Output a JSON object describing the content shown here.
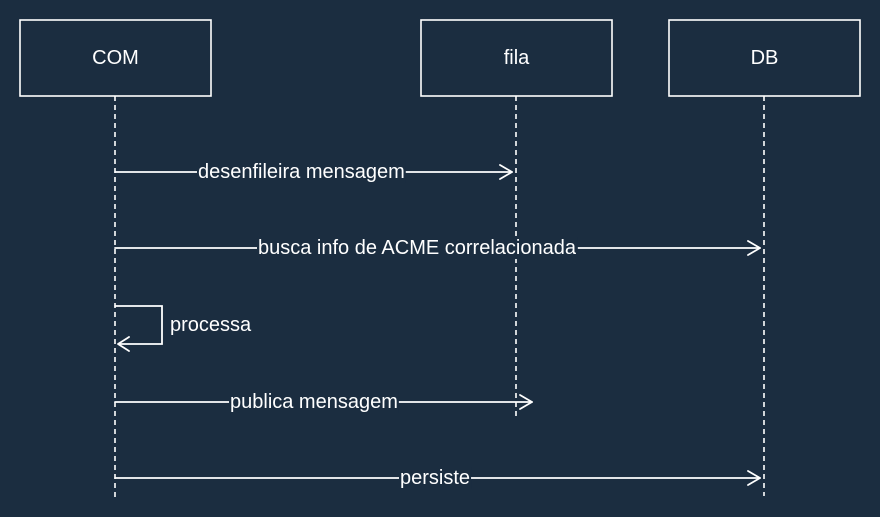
{
  "colors": {
    "background": "#1b2d40",
    "stroke": "#ffffff",
    "text": "#ffffff"
  },
  "participants": [
    {
      "id": "com",
      "label": "COM"
    },
    {
      "id": "fila",
      "label": "fila"
    },
    {
      "id": "db",
      "label": "DB"
    }
  ],
  "messages": [
    {
      "from": "com",
      "to": "fila",
      "label": "desenfileira mensagem"
    },
    {
      "from": "com",
      "to": "db",
      "label": "busca info de ACME correlacionada"
    },
    {
      "from": "com",
      "to": "com",
      "label": "processa"
    },
    {
      "from": "com",
      "to": "fila",
      "label": "publica mensagem"
    },
    {
      "from": "com",
      "to": "db",
      "label": "persiste"
    }
  ]
}
